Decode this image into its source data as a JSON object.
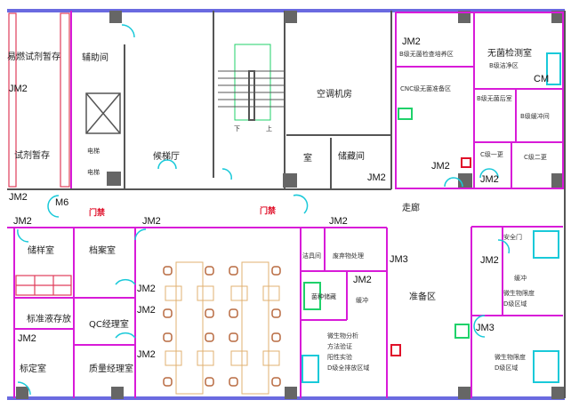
{
  "colors": {
    "wall": "#555555",
    "partition": "#d81bd8",
    "window": "#6a6ae0",
    "door": "#19c9d9",
    "furniture": "#e0b070",
    "shelf": "#e03c5a",
    "equipment": "#1fd16a"
  },
  "rooms": {
    "flammable_storage": "易燃试剂暂存",
    "reagent_storage": "试剂暂存",
    "auxiliary": "辅助间",
    "elevator_hall": "候梯厅",
    "stair_down": "下",
    "stair_up": "上",
    "hvac": "空调机房",
    "storage": "储藏间",
    "room_small": "室",
    "b_sterile_culture": "B级无菌检查培养区",
    "sterile_test_room": "无菌检测室",
    "b_clean_zone": "B级洁净区",
    "cnc_prep": "CNC级无菌准备区",
    "b_sterile_back": "B级无菌后室",
    "b_buffer": "B级缓冲间",
    "c_change1": "C级一更",
    "c_change2": "C级二更",
    "safety_door": "安全门",
    "corridor": "走廊",
    "sample_room": "储样室",
    "archive": "档案室",
    "standard_solution": "标准液存放",
    "qc_manager": "QC经理室",
    "calibration": "标定室",
    "quality_manager": "质量经理室",
    "janitor": "洁具间",
    "waste": "废弃物处理",
    "strain_storage": "菌种储藏",
    "buffer": "缓冲",
    "micro_analysis_1": "微生物分析",
    "micro_analysis_2": "方法验证",
    "micro_analysis_3": "阳性实验",
    "micro_analysis_4": "D级全排放区域",
    "prep_area": "准备区",
    "micro_limit_1a": "微生物限度",
    "micro_limit_1b": "D级区域",
    "micro_limit_2a": "微生物限度",
    "micro_limit_2b": "D级区域",
    "buffer_room": "缓冲",
    "elev_a": "电梯",
    "elev_b": "电梯"
  },
  "access_control": "门禁",
  "doors": {
    "jm2": "JM2",
    "jm3": "JM3",
    "m6": "M6",
    "cm": "CM"
  }
}
